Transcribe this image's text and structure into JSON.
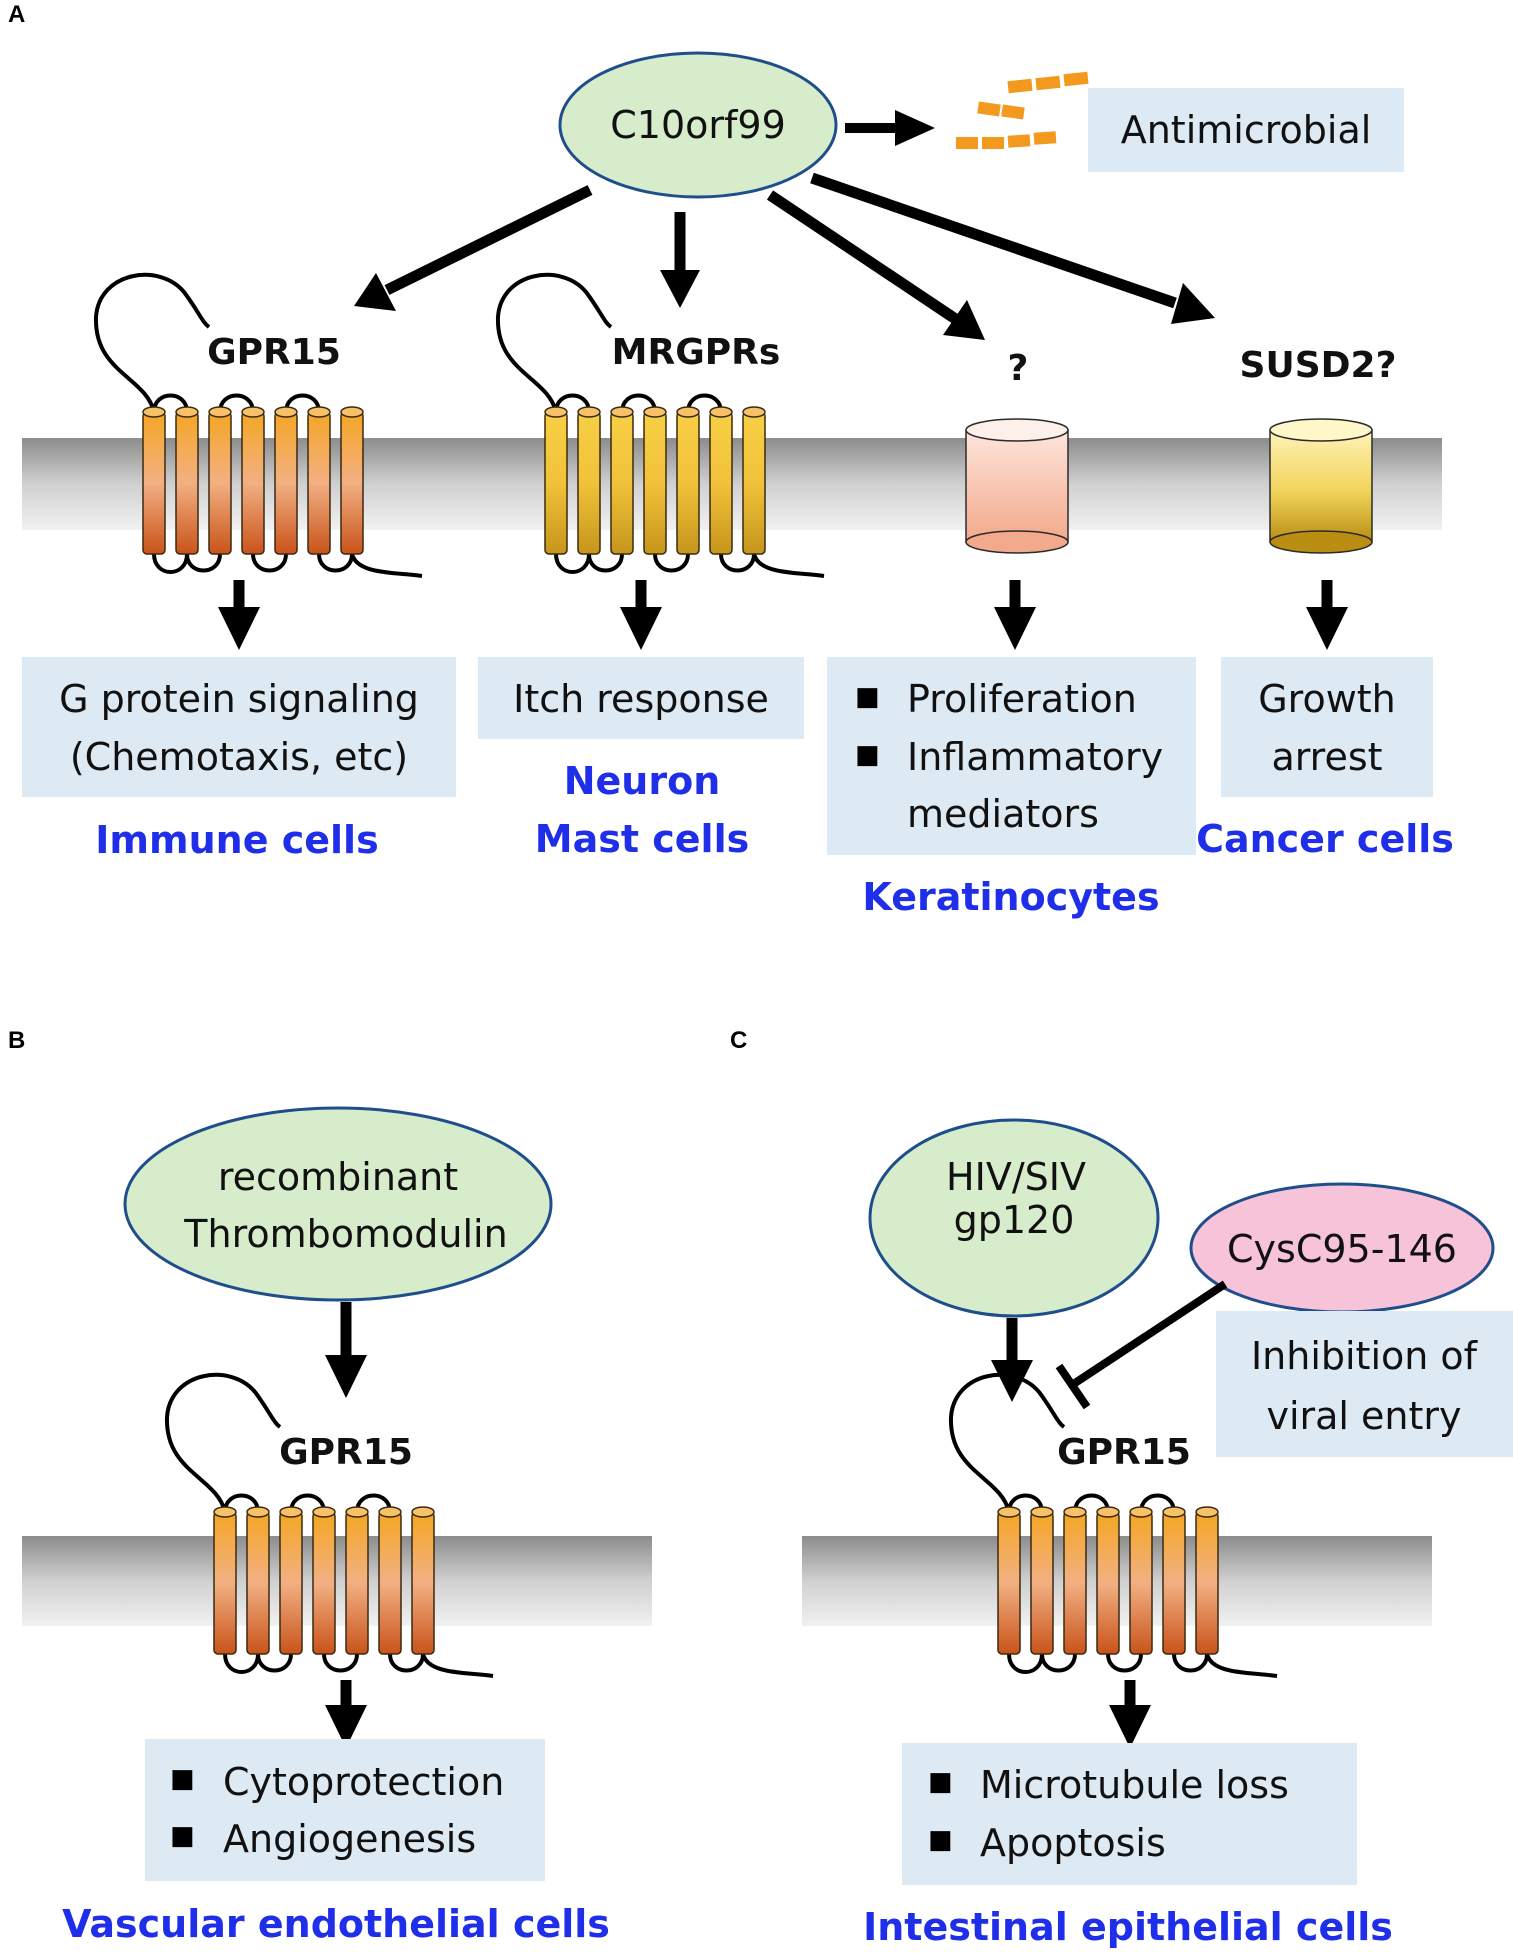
{
  "colors": {
    "cell_label": "#1f2ee8",
    "box_fill": "#dde9f3",
    "ellipse_fill": "#d7eccb",
    "ellipse_stroke": "#1f4e8c",
    "cys_fill": "#f7c3d9",
    "peptide": "#f39a1e",
    "arrow": "#000000"
  },
  "panels": {
    "a": {
      "letter": "A",
      "ligand": "C10orf99",
      "antimicrobial": "Antimicrobial",
      "receptors": {
        "gpr15": "GPR15",
        "mrgprs": "MRGPRs",
        "unknown": "?",
        "susd2": "SUSD2?"
      },
      "outputs": {
        "gpr15": [
          "G protein signaling",
          "(Chemotaxis, etc)"
        ],
        "mrgprs": [
          "Itch response"
        ],
        "unknown": [
          "Proliferation",
          "Inflammatory",
          "mediators"
        ],
        "susd2": [
          "Growth",
          "arrest"
        ]
      },
      "cells": {
        "immune": "Immune cells",
        "neuron": "Neuron",
        "mast": "Mast cells",
        "keratinocytes": "Keratinocytes",
        "cancer": "Cancer cells"
      }
    },
    "b": {
      "letter": "B",
      "ligand": [
        "recombinant",
        "Thrombomodulin"
      ],
      "receptor": "GPR15",
      "outputs": [
        "Cytoprotection",
        "Angiogenesis"
      ],
      "cells": "Vascular endothelial cells"
    },
    "c": {
      "letter": "C",
      "ligand": [
        "HIV/SIV",
        "gp120"
      ],
      "inhibitor": "CysC95-146",
      "inhibition": [
        "Inhibition of",
        "viral entry"
      ],
      "receptor": "GPR15",
      "outputs": [
        "Microtubule loss",
        "Apoptosis"
      ],
      "cells": "Intestinal epithelial cells"
    }
  }
}
